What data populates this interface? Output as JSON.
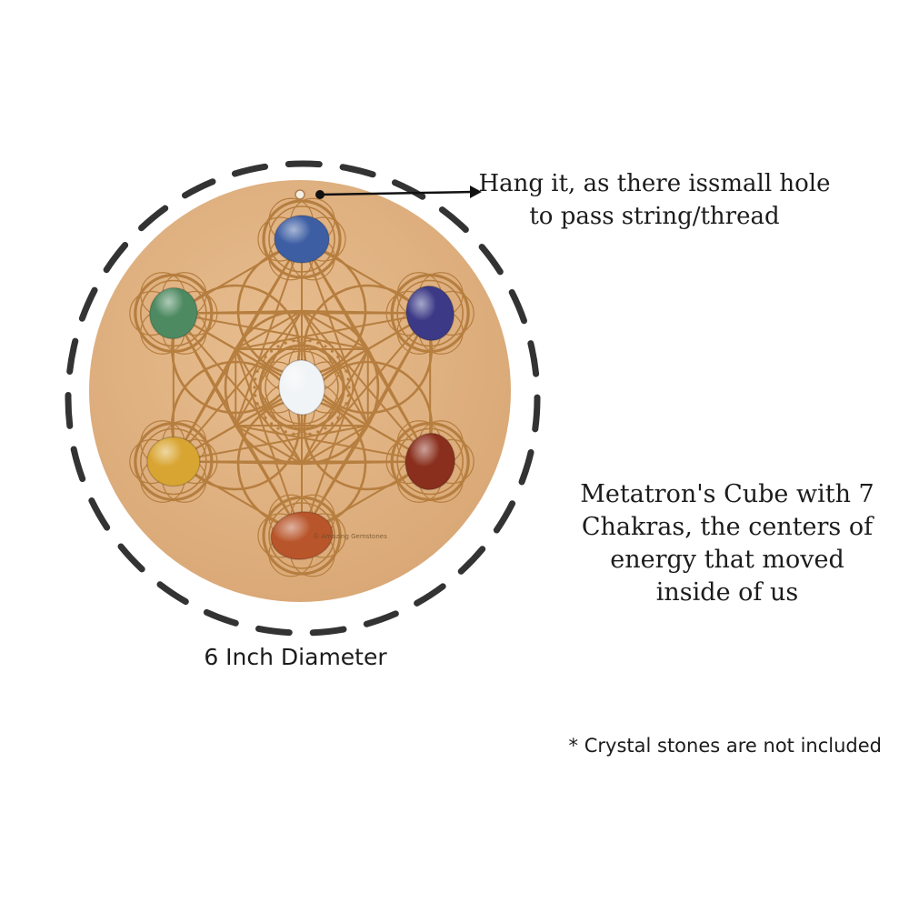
{
  "hang_note": {
    "line1": "Hang it, as there issmall hole",
    "line2": "to pass string/thread"
  },
  "description": {
    "line1": "Metatron's Cube with 7",
    "line2": "Chakras, the centers of",
    "line3": "energy that moved",
    "line4": "inside of us"
  },
  "diameter_label": "6 Inch Diameter",
  "disclaimer": "* Crystal stones are not included",
  "maker_mark": "© Amazing Gemstones",
  "colors": {
    "board": "#e2b484",
    "engraving": "#b67e3f",
    "dashes": "#333333",
    "text": "#1c1c1c"
  },
  "stones": [
    {
      "name": "sodalite",
      "color": "#3d5ea3"
    },
    {
      "name": "amethyst",
      "color": "#3c3a86"
    },
    {
      "name": "red-jasper",
      "color": "#8a2f1d"
    },
    {
      "name": "carnelian",
      "color": "#b8552a"
    },
    {
      "name": "yellow-aventurine",
      "color": "#d9a532"
    },
    {
      "name": "green-aventurine",
      "color": "#4d8a61"
    },
    {
      "name": "clear-quartz",
      "color": "#f1f4f6"
    }
  ]
}
